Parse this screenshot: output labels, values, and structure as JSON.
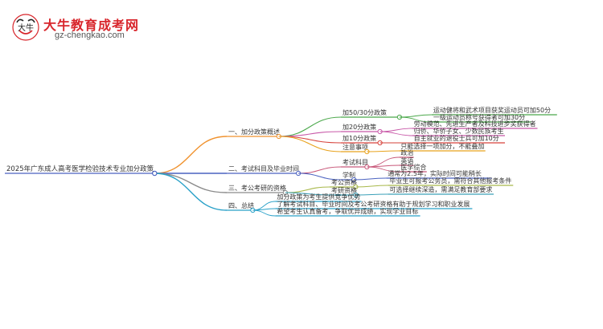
{
  "brand": {
    "logo_glyph": "大牛",
    "site_name": "大牛教育成考网",
    "site_url": "gz-chengkao.com"
  },
  "mindmap": {
    "root": "2025年广东成人高考医学检验技术专业加分政策",
    "branches": [
      {
        "label": "一、加分政策概述",
        "color": "#f0922e",
        "children": [
          {
            "label": "加50/30分政策",
            "color": "#4aa84a",
            "leaves": [
              "运动健将和武术项目获奖运动员可加50分",
              "一级运动员称号获得者可加30分"
            ]
          },
          {
            "label": "加20分政策",
            "color": "#c858a8",
            "leaves": [
              "劳动模范、先进生产者及科技进步奖获得者",
              "归侨、华侨子女、少数民族考生"
            ]
          },
          {
            "label": "加10分政策",
            "color": "#d6413a",
            "leaves": [
              "自主就业的退役士兵可加10分"
            ]
          },
          {
            "label": "注意事项",
            "color": "#e8a21c",
            "leaves": [
              "只能选择一项加分，不能叠加"
            ]
          }
        ]
      },
      {
        "label": "二、考试科目及毕业时间",
        "color": "#4a62c0",
        "children": [
          {
            "label": "考试科目",
            "color": "#c8587a",
            "leaves": [
              "政治",
              "英语",
              "医学综合"
            ]
          },
          {
            "label": "学制",
            "color": "#4a62c0",
            "leaves": [
              "通常为2.5年，实际时间可能稍长"
            ]
          }
        ]
      },
      {
        "label": "三、考公考研的资格",
        "color": "#8a8a8a",
        "children": [
          {
            "label": "考公资格",
            "color": "#a8b84a",
            "leaves": [
              "毕业生可报考公务员，需符合其他报考条件"
            ]
          },
          {
            "label": "考研资格",
            "color": "#3aa0b8",
            "leaves": [
              "可选择继续深造，需满足教育部要求"
            ]
          }
        ]
      },
      {
        "label": "四、总结",
        "color": "#28a0c8",
        "children": [],
        "leaves": [
          "加分政策为考生提供竞争优势",
          "了解考试科目、毕业时间及考公考研资格有助于规划学习和职业发展",
          "希望考生认真备考，争取优异成绩，实现学业目标"
        ]
      }
    ]
  }
}
